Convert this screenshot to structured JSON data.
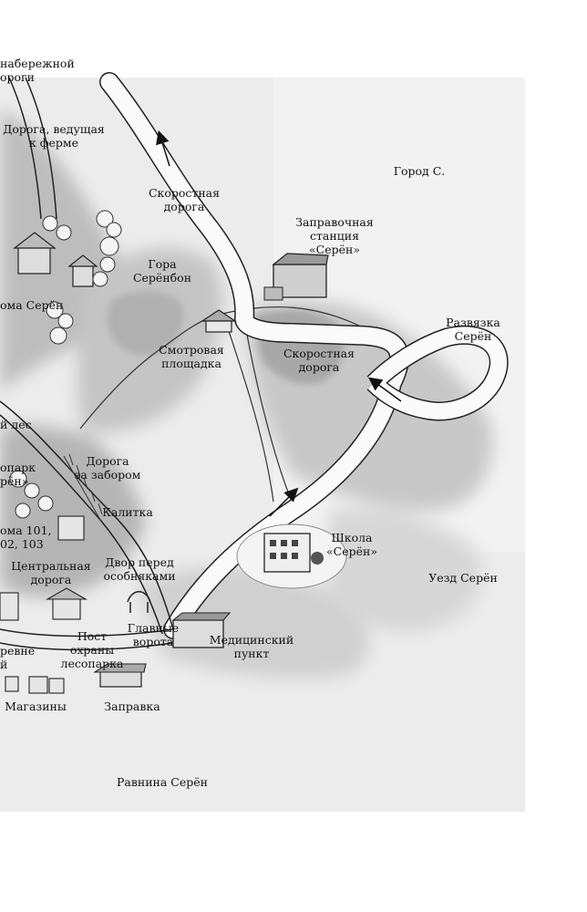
{
  "map": {
    "labels": {
      "embankment_road": "набережной\nороги",
      "farm_road": "Дорога, ведущая\nк ферме",
      "expressway_north": "Скоростная\nдорога",
      "city_s": "Город С.",
      "gas_station_seren": "Заправочная\nстанция\n«Серён»",
      "mount_serenbon": "Гора\nСерёнбон",
      "houses_seren": "ома Серён",
      "seren_junction": "Развязка\nСерён",
      "observation_deck": "Смотровая\nплощадка",
      "expressway_south": "Скоростная\nдорога",
      "forest": "й лес",
      "road_behind_fence": "Дорога\nза забором",
      "forest_park": "опарк\nрён»",
      "gate": "Калитка",
      "houses_101": "ома 101,\n02, 103",
      "central_road": "Центральная\nдорога",
      "courtyard": "Двор перед\nособняками",
      "school_seren": "Школа\n«Серён»",
      "seren_county": "Уезд Серён",
      "main_gate": "Главные\nворота",
      "guard_post": "Пост\nохраны\nлесопарка",
      "village": "ревне\nй",
      "medical_point": "Медицинский\nпункт",
      "shops": "Магазины",
      "gas_station": "Заправка",
      "seren_plain": "Равнина Серён"
    }
  }
}
